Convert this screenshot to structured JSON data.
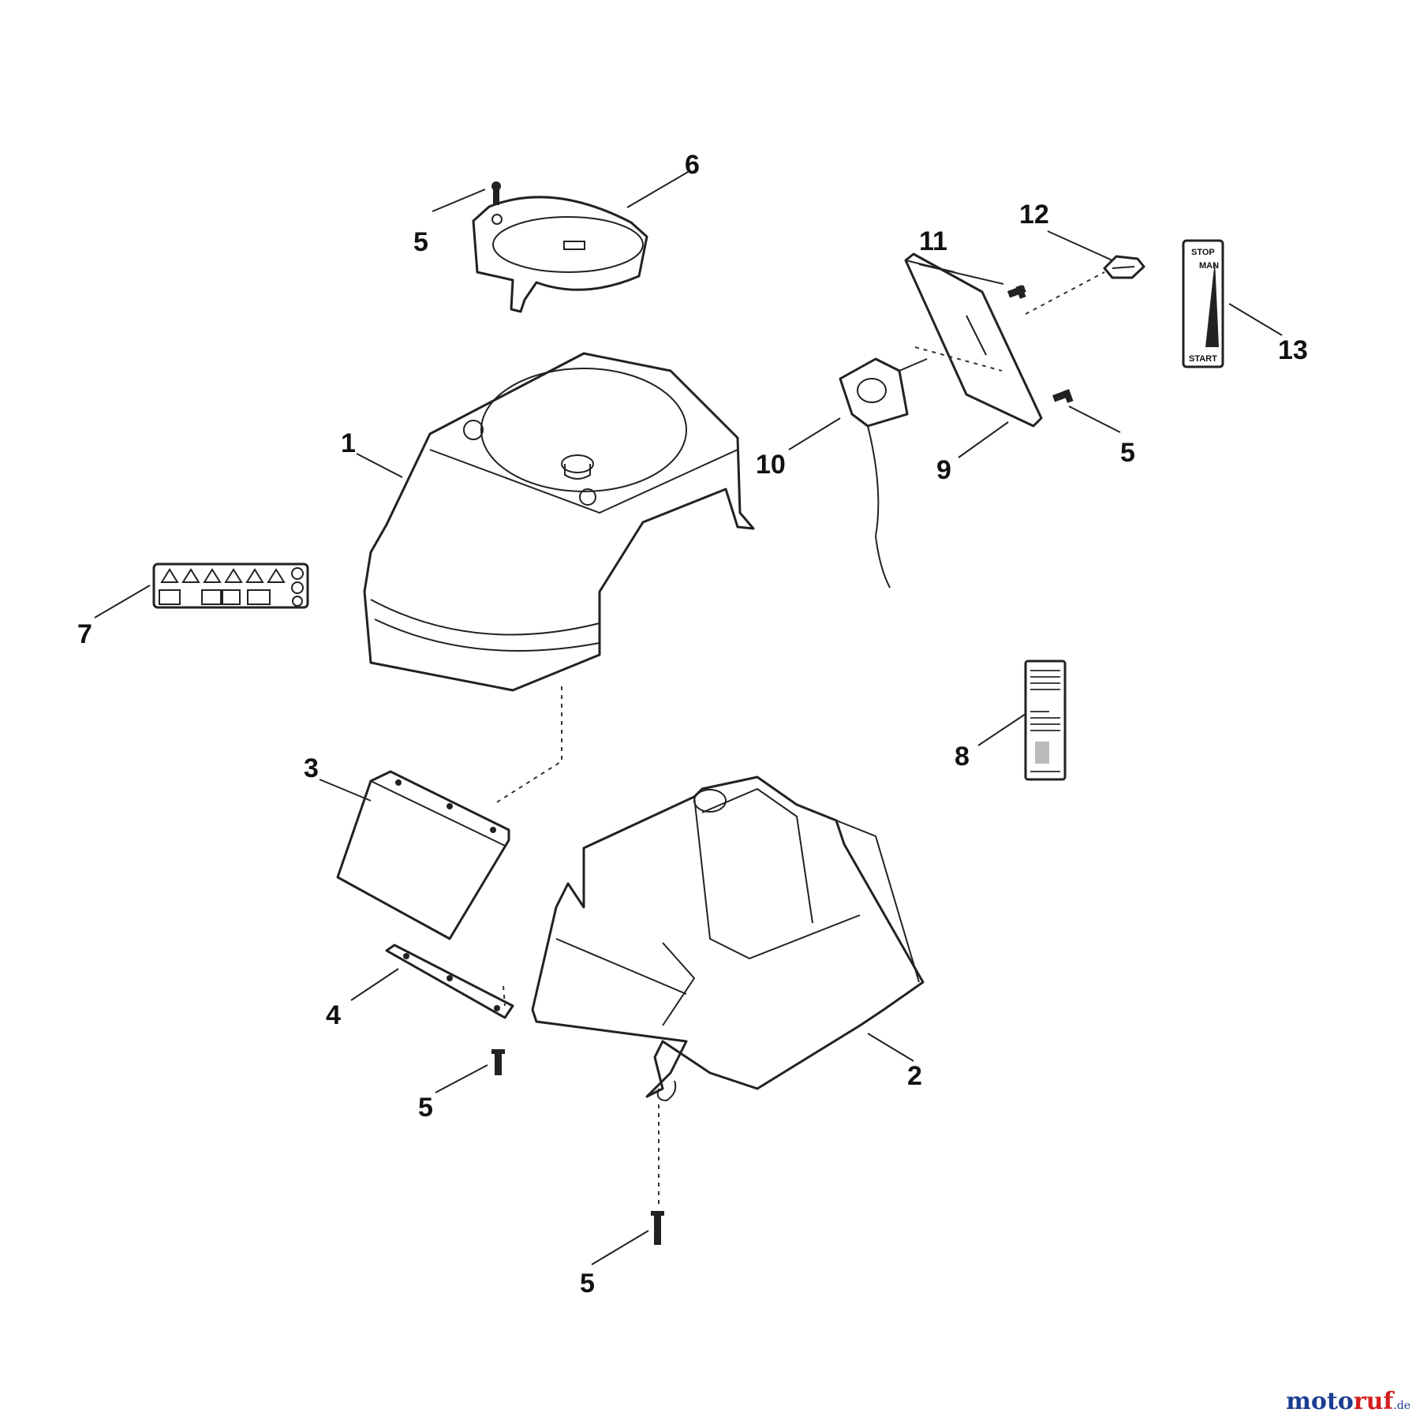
{
  "callouts": {
    "p1": "1",
    "p2": "2",
    "p3": "3",
    "p4": "4",
    "p5a": "5",
    "p5b": "5",
    "p5c": "5",
    "p5d": "5",
    "p6": "6",
    "p7": "7",
    "p8": "8",
    "p9": "9",
    "p10": "10",
    "p11": "11",
    "p12": "12",
    "p13": "13"
  },
  "decal13": {
    "top": "STOP",
    "mid": "MAN",
    "bottom": "START"
  },
  "watermark": {
    "part1": "moto",
    "part2": "ruf",
    "part3": ".de"
  }
}
